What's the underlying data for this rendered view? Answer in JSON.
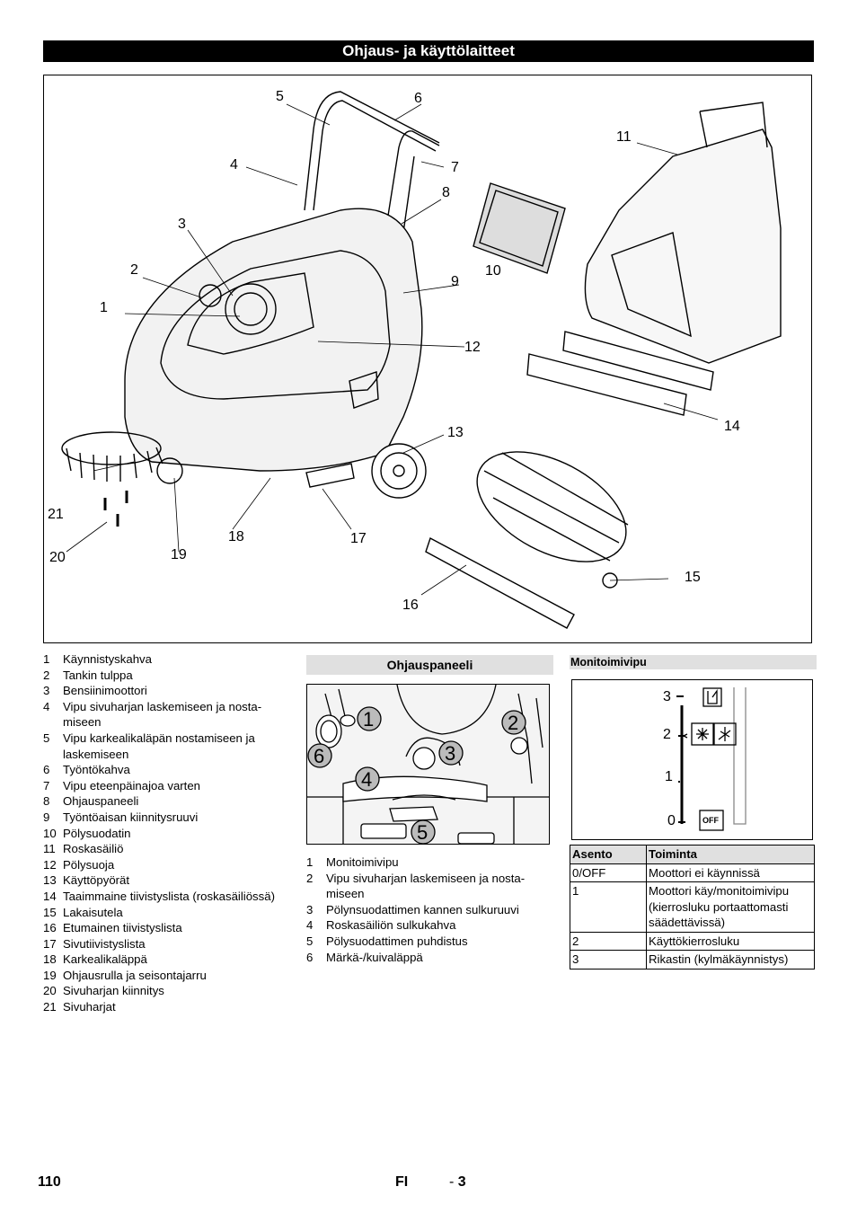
{
  "title": "Ohjaus- ja käyttölaitteet",
  "callouts": [
    "5",
    "6",
    "11",
    "7",
    "4",
    "8",
    "3",
    "2",
    "10",
    "9",
    "1",
    "12",
    "13",
    "14",
    "21",
    "18",
    "17",
    "20",
    "19",
    "15",
    "16"
  ],
  "parts": [
    {
      "n": "1",
      "t": "Käynnistyskahva"
    },
    {
      "n": "2",
      "t": "Tankin tulppa"
    },
    {
      "n": "3",
      "t": "Bensiinimoottori"
    },
    {
      "n": "4",
      "t": "Vipu sivuharjan laskemiseen ja nosta-miseen"
    },
    {
      "n": "5",
      "t": "Vipu karkealikaläpän nostamiseen ja laskemiseen"
    },
    {
      "n": "6",
      "t": "Työntökahva"
    },
    {
      "n": "7",
      "t": "Vipu eteenpäinajoa varten"
    },
    {
      "n": "8",
      "t": "Ohjauspaneeli"
    },
    {
      "n": "9",
      "t": "Työntöaisan kiinnitysruuvi"
    },
    {
      "n": "10",
      "t": "Pölysuodatin"
    },
    {
      "n": "11",
      "t": "Roskasäiliö"
    },
    {
      "n": "12",
      "t": "Pölysuoja"
    },
    {
      "n": "13",
      "t": "Käyttöpyörät"
    },
    {
      "n": "14",
      "t": "Taaimmaine tiivistyslista (roskasäiliössä)"
    },
    {
      "n": "15",
      "t": "Lakaisutela"
    },
    {
      "n": "16",
      "t": "Etumainen tiivistyslista"
    },
    {
      "n": "17",
      "t": "Sivutiivistyslista"
    },
    {
      "n": "18",
      "t": "Karkealikaläppä"
    },
    {
      "n": "19",
      "t": "Ohjausrulla ja seisontajarru"
    },
    {
      "n": "20",
      "t": "Sivuharjan kiinnitys"
    },
    {
      "n": "21",
      "t": "Sivuharjat"
    }
  ],
  "panel": {
    "heading": "Ohjauspaneeli",
    "markers": [
      "1",
      "2",
      "6",
      "3",
      "4",
      "5"
    ],
    "items": [
      {
        "n": "1",
        "t": "Monitoimivipu"
      },
      {
        "n": "2",
        "t": "Vipu sivuharjan laskemiseen ja nosta-miseen"
      },
      {
        "n": "3",
        "t": "Pölynsuodattimen kannen sulkuruuvi"
      },
      {
        "n": "4",
        "t": "Roskasäiliön sulkukahva"
      },
      {
        "n": "5",
        "t": "Pölysuodattimen puhdistus"
      },
      {
        "n": "6",
        "t": "Märkä-/kuivaläppä"
      }
    ]
  },
  "lever": {
    "heading": "Monitoimivipu",
    "positions": [
      "3",
      "2",
      "1",
      "0"
    ],
    "off_label": "OFF",
    "table_headers": [
      "Asento",
      "Toiminta"
    ],
    "rows": [
      {
        "a": "0/OFF",
        "t": "Moottori ei käynnissä"
      },
      {
        "a": "1",
        "t": "Moottori käy/monitoimivipu (kierrosluku portaattomasti säädettävissä)"
      },
      {
        "a": "2",
        "t": "Käyttökierrosluku"
      },
      {
        "a": "3",
        "t": "Rikastin (kylmäkäynnistys)"
      }
    ]
  },
  "footer": {
    "page": "110",
    "lang": "FI",
    "dash": "-",
    "num": "3"
  }
}
